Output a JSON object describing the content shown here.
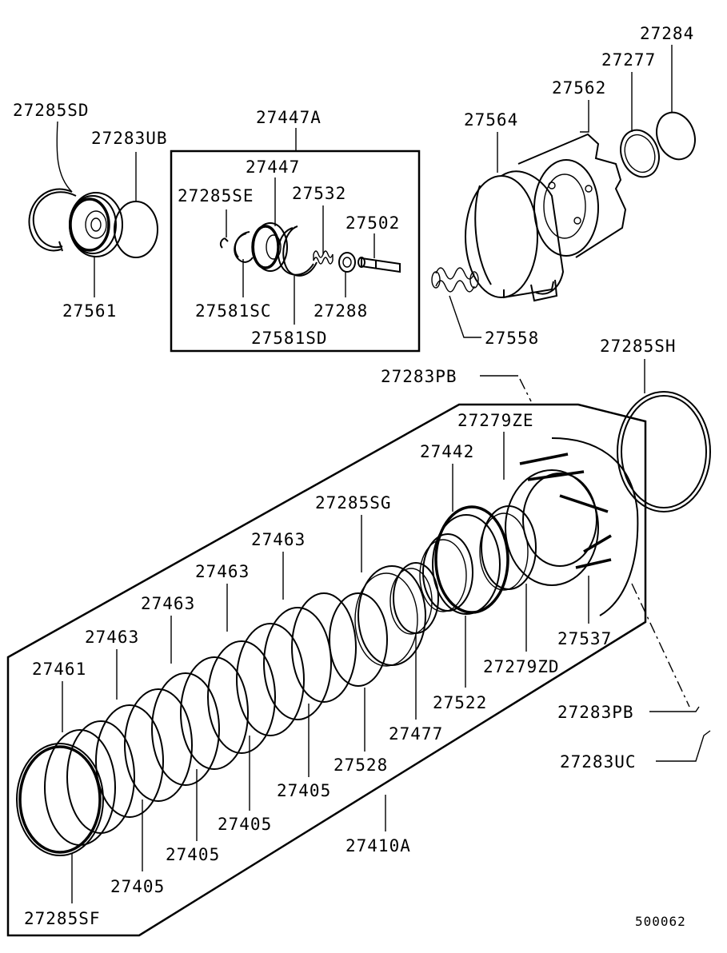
{
  "diagram": {
    "footer_code": "500062",
    "labels": [
      {
        "id": "l-27284",
        "text": "27284"
      },
      {
        "id": "l-27277",
        "text": "27277"
      },
      {
        "id": "l-27562",
        "text": "27562"
      },
      {
        "id": "l-27564",
        "text": "27564"
      },
      {
        "id": "l-27285SD",
        "text": "27285SD"
      },
      {
        "id": "l-27283UB",
        "text": "27283UB"
      },
      {
        "id": "l-27447A",
        "text": "27447A"
      },
      {
        "id": "l-27447",
        "text": "27447"
      },
      {
        "id": "l-27285SE",
        "text": "27285SE"
      },
      {
        "id": "l-27532",
        "text": "27532"
      },
      {
        "id": "l-27502",
        "text": "27502"
      },
      {
        "id": "l-27561",
        "text": "27561"
      },
      {
        "id": "l-27581SC",
        "text": "27581SC"
      },
      {
        "id": "l-27288",
        "text": "27288"
      },
      {
        "id": "l-27581SD",
        "text": "27581SD"
      },
      {
        "id": "l-27558",
        "text": "27558"
      },
      {
        "id": "l-27285SH",
        "text": "27285SH"
      },
      {
        "id": "l-27283PB-top",
        "text": "27283PB"
      },
      {
        "id": "l-27279ZE",
        "text": "27279ZE"
      },
      {
        "id": "l-27442",
        "text": "27442"
      },
      {
        "id": "l-27285SG",
        "text": "27285SG"
      },
      {
        "id": "l-27463-a",
        "text": "27463"
      },
      {
        "id": "l-27463-b",
        "text": "27463"
      },
      {
        "id": "l-27463-c",
        "text": "27463"
      },
      {
        "id": "l-27463-d",
        "text": "27463"
      },
      {
        "id": "l-27461",
        "text": "27461"
      },
      {
        "id": "l-27537",
        "text": "27537"
      },
      {
        "id": "l-27279ZD",
        "text": "27279ZD"
      },
      {
        "id": "l-27522",
        "text": "27522"
      },
      {
        "id": "l-27283PB-bot",
        "text": "27283PB"
      },
      {
        "id": "l-27477",
        "text": "27477"
      },
      {
        "id": "l-27283UC",
        "text": "27283UC"
      },
      {
        "id": "l-27528",
        "text": "27528"
      },
      {
        "id": "l-27405-a",
        "text": "27405"
      },
      {
        "id": "l-27405-b",
        "text": "27405"
      },
      {
        "id": "l-27405-c",
        "text": "27405"
      },
      {
        "id": "l-27405-d",
        "text": "27405"
      },
      {
        "id": "l-27410A",
        "text": "27410A"
      },
      {
        "id": "l-27285SF",
        "text": "27285SF"
      }
    ]
  }
}
